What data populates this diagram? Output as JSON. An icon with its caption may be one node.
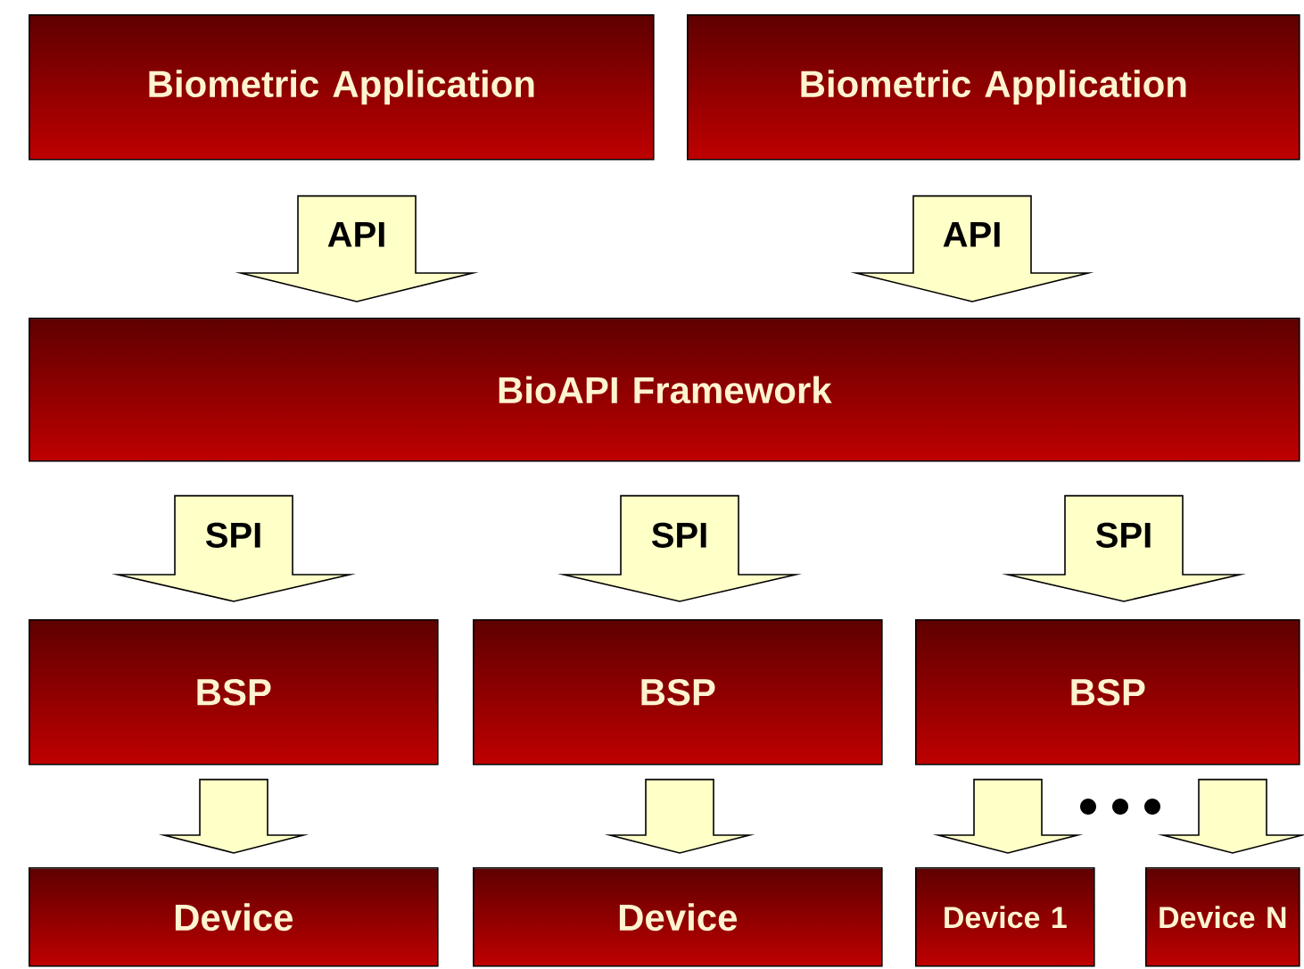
{
  "diagram": {
    "nodes": [
      {
        "text": [
          "Biometric Application"
        ]
      },
      {
        "text": [
          "Biometric Application"
        ]
      },
      {
        "text": [
          "BioAPI Framework"
        ]
      },
      {
        "text": [
          "BSP"
        ]
      },
      {
        "text": [
          "BSP"
        ]
      },
      {
        "text": [
          "BSP"
        ]
      },
      {
        "text": [
          "Device"
        ]
      },
      {
        "text": [
          "Device"
        ]
      },
      {
        "text": [
          "Device 1"
        ]
      },
      {
        "text": [
          "Device N"
        ]
      }
    ],
    "edges": [
      {
        "from": 0,
        "to": 2,
        "arrow": "to",
        "label": "API"
      },
      {
        "from": 1,
        "to": 2,
        "arrow": "to",
        "label": "API"
      },
      {
        "from": 2,
        "to": 3,
        "arrow": "to",
        "label": "SPI"
      },
      {
        "from": 2,
        "to": 4,
        "arrow": "to",
        "label": "SPI"
      },
      {
        "from": 2,
        "to": 5,
        "arrow": "to",
        "label": "SPI"
      },
      {
        "from": 3,
        "to": 6,
        "arrow": "to"
      },
      {
        "from": 4,
        "to": 7,
        "arrow": "to"
      },
      {
        "from": 5,
        "to": 8,
        "arrow": "to"
      },
      {
        "from": 5,
        "to": 9,
        "arrow": "to"
      }
    ]
  }
}
